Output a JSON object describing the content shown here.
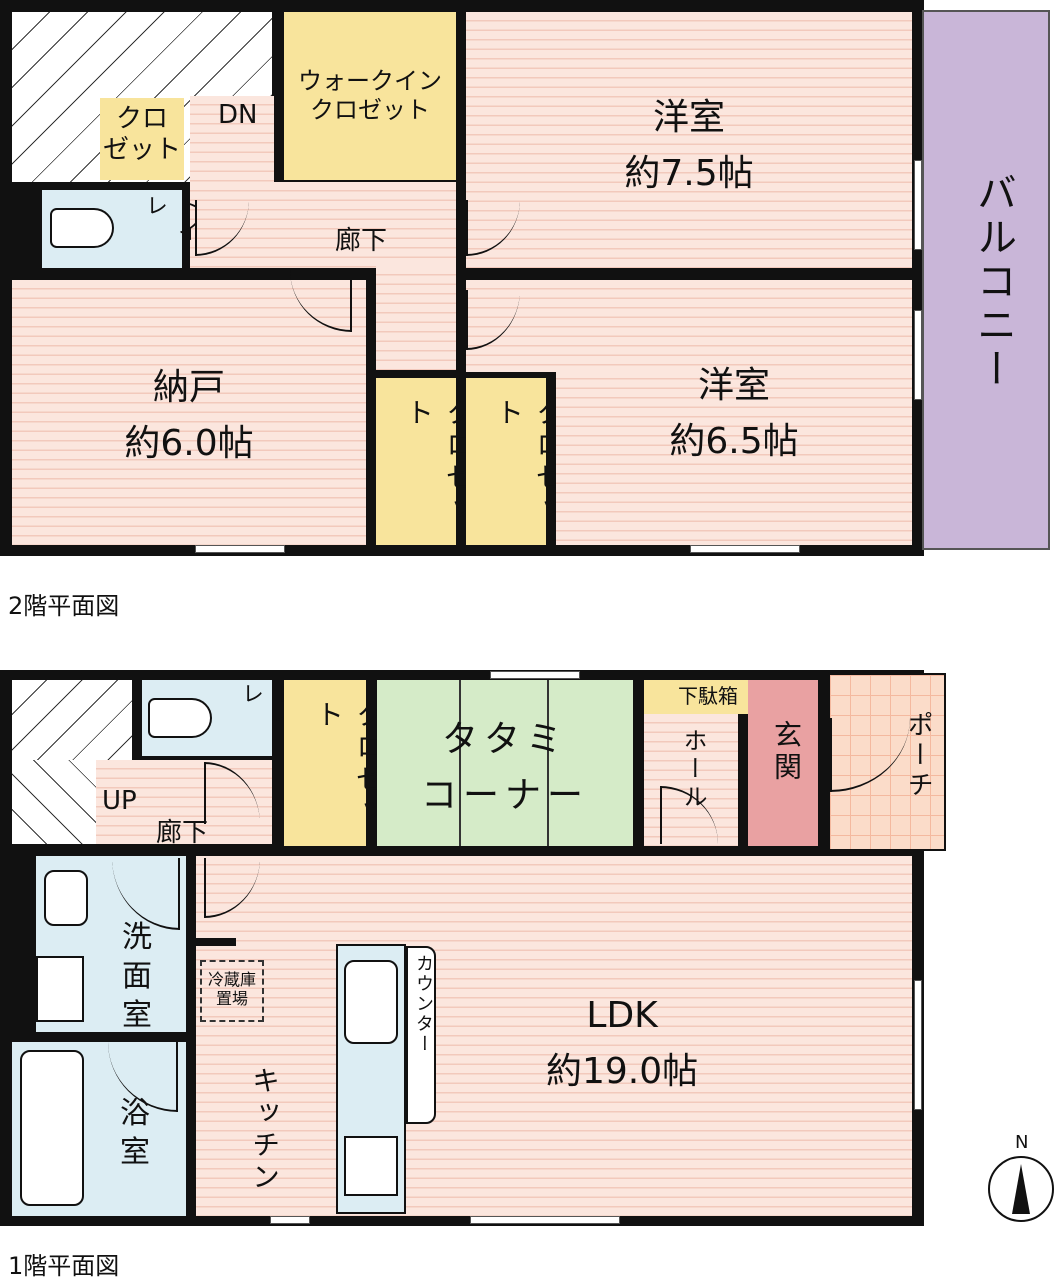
{
  "floor2": {
    "caption": "2階平面図",
    "rooms": {
      "walkin": "ウォークイン\nクロゼット",
      "closet_stair": "クロ\nゼット",
      "dn": "DN",
      "room75": "洋室\n約7.5帖",
      "hall": "廊下",
      "toilet": "トイレ",
      "nando": "納戸\n約6.0帖",
      "closet_a": "クロゼット",
      "closet_b": "クロゼット",
      "room65": "洋室\n約6.5帖",
      "balcony": "バルコニー"
    }
  },
  "floor1": {
    "caption": "1階平面図",
    "rooms": {
      "toilet": "トイレ",
      "up": "UP",
      "hall": "廊下",
      "closet": "クロゼット",
      "tatami": "タタミ\nコーナー",
      "getabako": "下駄箱",
      "hole": "ホール",
      "genkan": "玄関",
      "porch": "ポーチ",
      "washroom": "洗\n面\n室",
      "bath": "浴\n室",
      "fridge": "冷蔵庫\n置場",
      "kitchen": "キッチン",
      "counter": "カウンター",
      "ldk": "LDK\n約19.0帖"
    }
  },
  "compass": {
    "label": "N"
  },
  "colors": {
    "floor": "#fbe6de",
    "closet": "#f8e49c",
    "wet": "#dcedf3",
    "tatami": "#d5ebc8",
    "genkan": "#e9a1a2",
    "balcony": "#c9b6d8"
  }
}
